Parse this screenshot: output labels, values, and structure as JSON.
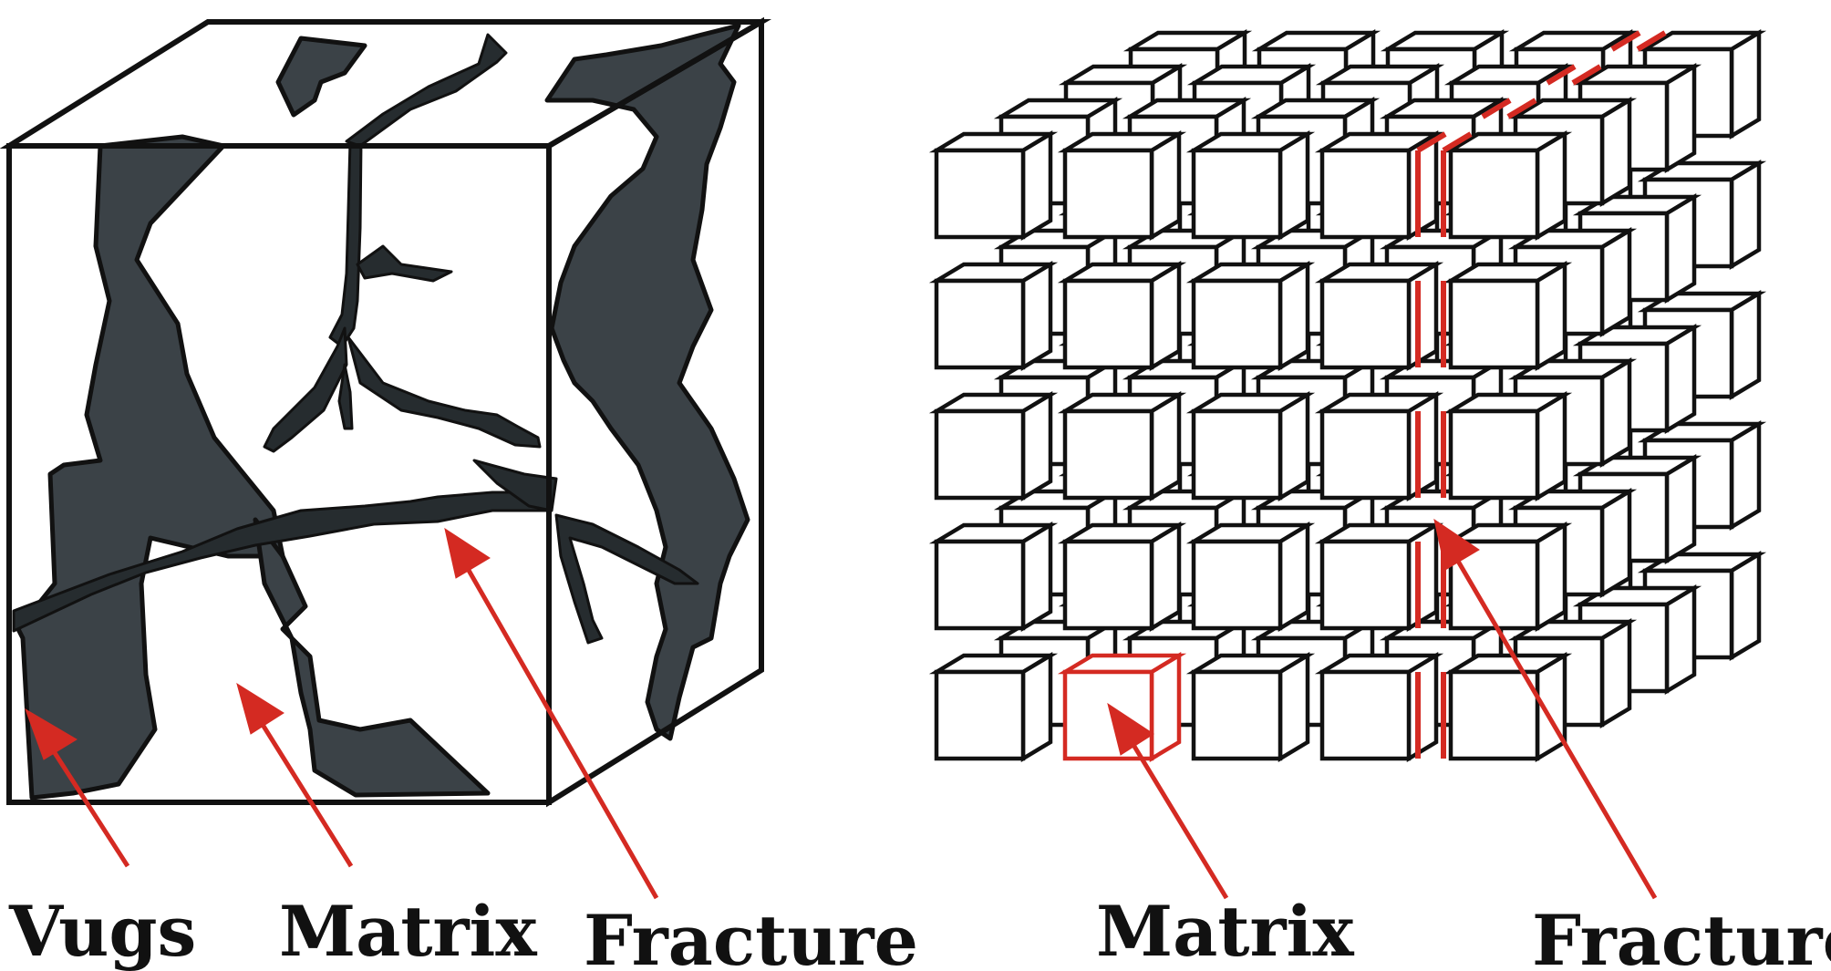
{
  "colors": {
    "outline": "#111111",
    "vug": "#3b4247",
    "fracture": "#262c2f",
    "accent": "#d42a22",
    "background": "#ffffff"
  },
  "left_panel": {
    "labels": {
      "vugs": "Vugs",
      "matrix": "Matrix",
      "fracture": "Fracture"
    }
  },
  "right_panel": {
    "grid": {
      "columns": 5,
      "rows": 5,
      "layers": 4
    },
    "labels": {
      "matrix": "Matrix",
      "fracture": "Fracture"
    }
  }
}
